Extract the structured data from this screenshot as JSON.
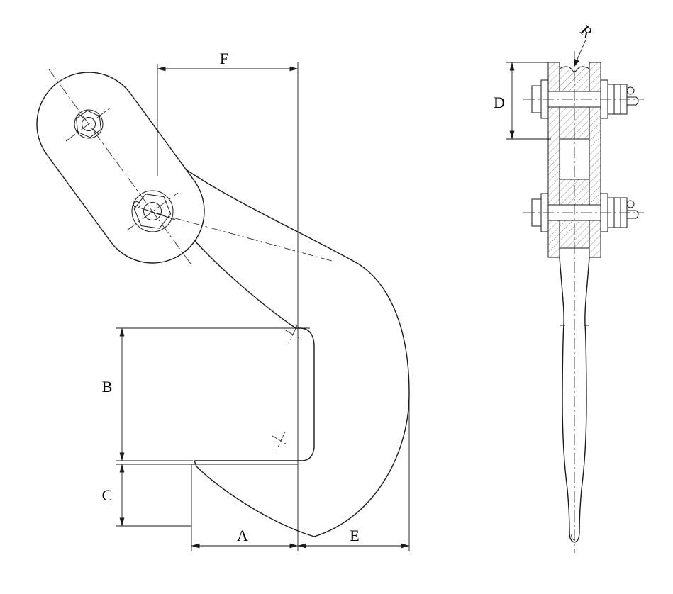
{
  "labels": {
    "f": "F",
    "b": "B",
    "c": "C",
    "a": "A",
    "e": "E",
    "d": "D",
    "r": "R"
  },
  "colors": {
    "line": "#1a1a1a",
    "background": "#ffffff"
  }
}
